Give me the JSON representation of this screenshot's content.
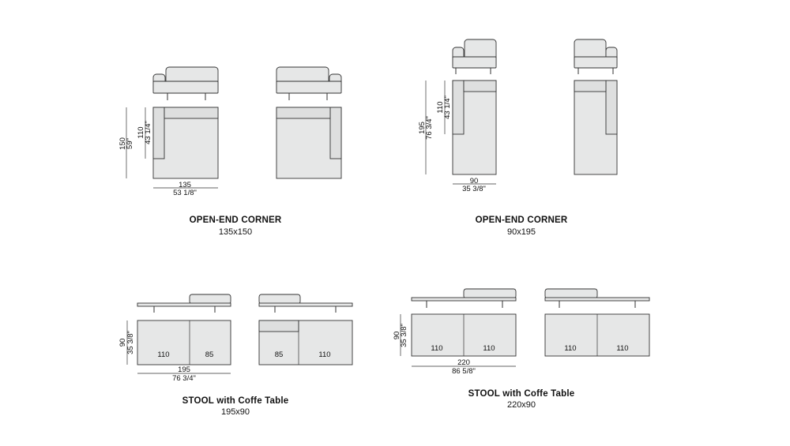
{
  "modules": [
    {
      "title": "OPEN-END CORNER",
      "size": "135x150",
      "width_cm": "135",
      "width_in": "53 1/8\"",
      "depth_cm": "150",
      "depth_in": "59\"",
      "inner_cm": "110",
      "inner_in": "43 1/4\""
    },
    {
      "title": "OPEN-END CORNER",
      "size": "90x195",
      "width_cm": "90",
      "width_in": "35 3/8\"",
      "depth_cm": "195",
      "depth_in": "76 3/4\"",
      "inner_cm": "110",
      "inner_in": "43 1/4\""
    },
    {
      "title": "STOOL with Coffe Table",
      "size": "195x90",
      "width_cm": "195",
      "width_in": "76 3/4\"",
      "depth_cm": "90",
      "depth_in": "35 3/8\"",
      "left": {
        "cells": [
          "110",
          "85"
        ]
      },
      "right": {
        "cells": [
          "85",
          "110"
        ]
      }
    },
    {
      "title": "STOOL with Coffe Table",
      "size": "220x90",
      "width_cm": "220",
      "width_in": "86 5/8\"",
      "depth_cm": "90",
      "depth_in": "35 3/8\"",
      "left": {
        "cells": [
          "110",
          "110"
        ]
      },
      "right": {
        "cells": [
          "110",
          "110"
        ]
      }
    }
  ]
}
